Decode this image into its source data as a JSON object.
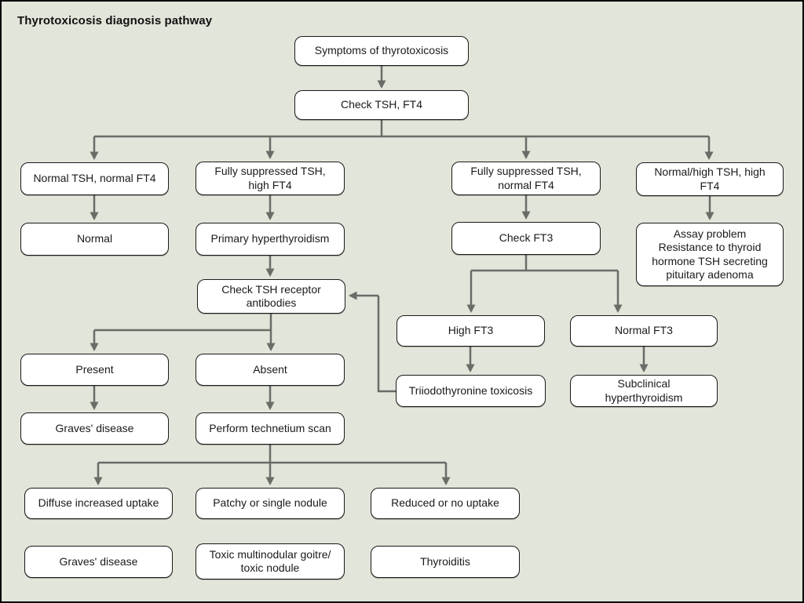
{
  "title": "Thyrotoxicosis diagnosis pathway",
  "colors": {
    "background": "#e2e5d9",
    "box_fill": "#ffffff",
    "box_border": "#1a1a1a",
    "arrow": "#686d68",
    "outer_border": "#000000"
  },
  "nodes": {
    "symptoms": {
      "label": "Symptoms of thyrotoxicosis"
    },
    "check_tsh_ft4": {
      "label": "Check TSH, FT4"
    },
    "normal_tsh_normal_ft4": {
      "label": "Normal TSH, normal FT4"
    },
    "fully_suppressed_high_ft4": {
      "label": "Fully suppressed TSH,\nhigh FT4"
    },
    "fully_suppressed_normal_ft4": {
      "label": "Fully suppressed TSH,\nnormal FT4"
    },
    "normal_high_tsh_high_ft4": {
      "label": "Normal/high TSH, high\nFT4"
    },
    "normal": {
      "label": "Normal"
    },
    "primary_hyperthyroidism": {
      "label": "Primary hyperthyroidism"
    },
    "check_ft3": {
      "label": "Check FT3"
    },
    "assay_problem": {
      "label": "Assay problem\nResistance to thyroid\nhormone TSH secreting\npituitary adenoma"
    },
    "check_trab": {
      "label": "Check TSH receptor\nantibodies"
    },
    "high_ft3": {
      "label": "High FT3"
    },
    "normal_ft3": {
      "label": "Normal FT3"
    },
    "present": {
      "label": "Present"
    },
    "absent": {
      "label": "Absent"
    },
    "triiodothyronine_toxicosis": {
      "label": "Triiodothyronine toxicosis"
    },
    "subclinical_hyperthyroidism": {
      "label": "Subclinical\nhyperthyroidism"
    },
    "graves_disease_1": {
      "label": "Graves' disease"
    },
    "perform_technetium_scan": {
      "label": "Perform technetium scan"
    },
    "diffuse_increased_uptake": {
      "label": "Diffuse increased uptake"
    },
    "patchy_or_single_nodule": {
      "label": "Patchy or single nodule"
    },
    "reduced_or_no_uptake": {
      "label": "Reduced or no uptake"
    },
    "graves_disease_2": {
      "label": "Graves' disease"
    },
    "toxic_multinodular": {
      "label": "Toxic multinodular goitre/\ntoxic nodule"
    },
    "thyroiditis": {
      "label": "Thyroiditis"
    }
  },
  "edges": [
    {
      "from": "symptoms",
      "to": "check_tsh_ft4"
    },
    {
      "from": "check_tsh_ft4",
      "to": "normal_tsh_normal_ft4"
    },
    {
      "from": "check_tsh_ft4",
      "to": "fully_suppressed_high_ft4"
    },
    {
      "from": "check_tsh_ft4",
      "to": "fully_suppressed_normal_ft4"
    },
    {
      "from": "check_tsh_ft4",
      "to": "normal_high_tsh_high_ft4"
    },
    {
      "from": "normal_tsh_normal_ft4",
      "to": "normal"
    },
    {
      "from": "fully_suppressed_high_ft4",
      "to": "primary_hyperthyroidism"
    },
    {
      "from": "primary_hyperthyroidism",
      "to": "check_trab"
    },
    {
      "from": "fully_suppressed_normal_ft4",
      "to": "check_ft3"
    },
    {
      "from": "normal_high_tsh_high_ft4",
      "to": "assay_problem"
    },
    {
      "from": "check_trab",
      "to": "present"
    },
    {
      "from": "check_trab",
      "to": "absent"
    },
    {
      "from": "present",
      "to": "graves_disease_1"
    },
    {
      "from": "absent",
      "to": "perform_technetium_scan"
    },
    {
      "from": "check_ft3",
      "to": "high_ft3"
    },
    {
      "from": "check_ft3",
      "to": "normal_ft3"
    },
    {
      "from": "high_ft3",
      "to": "triiodothyronine_toxicosis"
    },
    {
      "from": "normal_ft3",
      "to": "subclinical_hyperthyroidism"
    },
    {
      "from": "triiodothyronine_toxicosis",
      "to": "check_trab"
    },
    {
      "from": "perform_technetium_scan",
      "to": "diffuse_increased_uptake"
    },
    {
      "from": "perform_technetium_scan",
      "to": "patchy_or_single_nodule"
    },
    {
      "from": "perform_technetium_scan",
      "to": "reduced_or_no_uptake"
    },
    {
      "from": "diffuse_increased_uptake",
      "to": "graves_disease_2"
    },
    {
      "from": "patchy_or_single_nodule",
      "to": "toxic_multinodular"
    },
    {
      "from": "reduced_or_no_uptake",
      "to": "thyroiditis"
    }
  ]
}
